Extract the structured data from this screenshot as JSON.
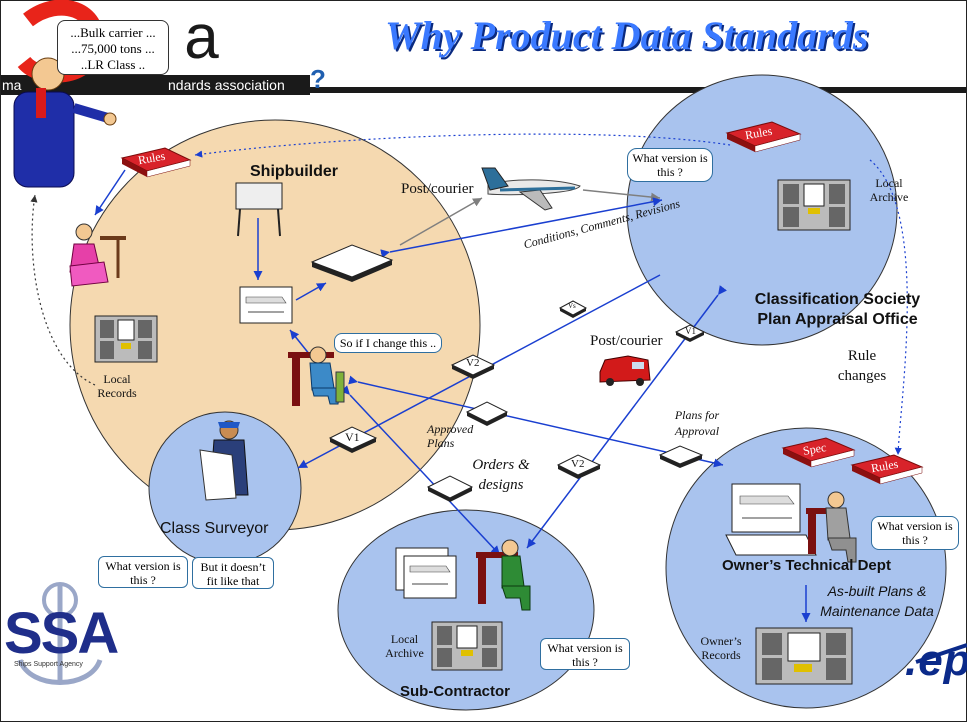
{
  "header": {
    "logo_text": "s a",
    "question_mark": "?",
    "assoc_text_left": "ma",
    "assoc_text_right": "ndards association",
    "title": "Why Product Data Standards"
  },
  "speaker_bubble": {
    "line1": "...Bulk carrier ...",
    "line2": "...75,000 tons ...",
    "line3": "..LR Class .."
  },
  "nodes": {
    "shipbuilder": "Shipbuilder",
    "class_society_line1": "Classification Society",
    "class_society_line2": "Plan Appraisal Office",
    "class_surveyor": "Class Surveyor",
    "sub_contractor": "Sub-Contractor",
    "owners_dept": "Owner’s Technical Dept"
  },
  "labels": {
    "post_courier_top": "Post/courier",
    "post_courier_mid": "Post/courier",
    "conditions": "Conditions, Comments, Revisions",
    "local_records_1": "Local",
    "local_records_2": "Records",
    "local_archive_top_1": "Local",
    "local_archive_top_2": "Archive",
    "local_archive_sub_1": "Local",
    "local_archive_sub_2": "Archive",
    "owners_records_1": "Owner’s",
    "owners_records_2": "Records",
    "rule_changes_1": "Rule",
    "rule_changes_2": "changes",
    "approved_plans_1": "Approved",
    "approved_plans_2": "Plans",
    "orders_1": "Orders &",
    "orders_2": "designs",
    "plans_approval_1": "Plans for",
    "plans_approval_2": "Approval",
    "asbuilt_1": "As-built Plans &",
    "asbuilt_2": "Maintenance Data",
    "step_text": ".ep"
  },
  "books": {
    "rules_left": "Rules",
    "rules_top_right": "Rules",
    "spec": "Spec",
    "rules_owner": "Rules"
  },
  "docs": {
    "vs": "Vs",
    "v1_top": "V1",
    "v2_mid": "V2",
    "v1_left": "V1",
    "v2_bottom": "V2"
  },
  "bubbles": {
    "what_version_top": "What version is this ?",
    "change_this": "So if I change this ..",
    "what_version_surveyor": "What version is this ?",
    "doesnt_fit": "But it doesn’t fit like that",
    "what_version_sub": "What version is this ?",
    "what_version_owner": "What version is this ?"
  },
  "ssa": {
    "letters": "SSA",
    "caption": "Ships Support Agency"
  },
  "colors": {
    "shipbuilder_fill": "#f5d9b0",
    "circle_fill": "#a9c3ee",
    "title_blue": "#3a79ff",
    "arrow_blue": "#1a3fd0",
    "arrow_grey": "#7f7f7f",
    "book_red": "#d8232a",
    "logo_red": "#e8241a"
  }
}
